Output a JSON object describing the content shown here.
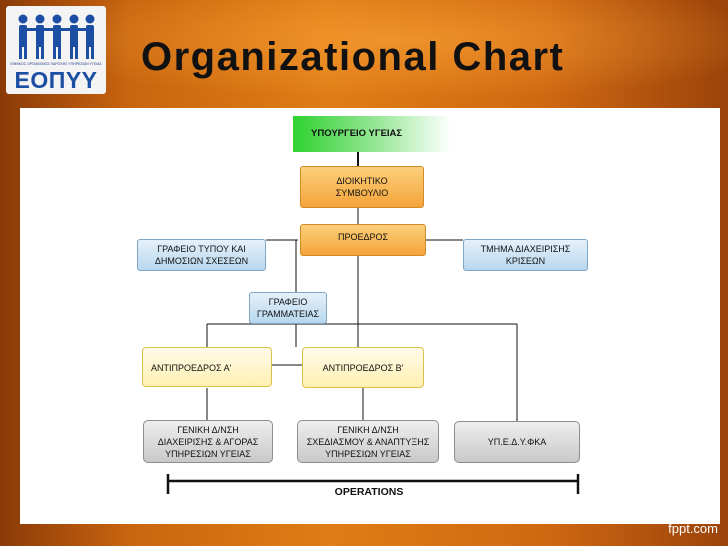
{
  "logo": {
    "text": "ΕΟΠΥΥ",
    "caption": "ΕΘΝΙΚΟΣ ΟΡΓΑΝΙΣΜΟΣ ΠΑΡΟΧΗΣ ΥΠΗΡΕΣΙΩΝ ΥΓΕΙΑΣ"
  },
  "title": "Organizational Chart",
  "chart": {
    "ministry": "ΥΠΟΥΡΓΕΙΟ ΥΓΕΙΑΣ",
    "board": [
      "ΔΙΟΙΚΗΤΙΚΟ",
      "ΣΥΜΒΟΥΛΙΟ"
    ],
    "president": "ΠΡΟΕΔΡΟΣ",
    "press_office": [
      "ΓΡΑΦΕΙΟ ΤΥΠΟΥ ΚΑΙ",
      "ΔΗΜΟΣΙΩΝ ΣΧΕΣΕΩΝ"
    ],
    "crisis_dept": [
      "ΤΜΗΜΑ ΔΙΑΧΕΙΡΙΣΗΣ",
      "ΚΡΙΣΕΩΝ"
    ],
    "secretariat": [
      "ΓΡΑΦΕΙΟ",
      "ΓΡΑΜΜΑΤΕΙΑΣ"
    ],
    "vp_a": "ΑΝΤΙΠΡΟΕΔΡΟΣ Α'",
    "vp_b": "ΑΝΤΙΠΡΟΕΔΡΟΣ Β'",
    "gd_procurement": [
      "ΓΕΝΙΚΗ Δ/ΝΣΗ",
      "ΔΙΑΧΕΙΡΙΣΗΣ & ΑΓΟΡΑΣ",
      "ΥΠΗΡΕΣΙΩΝ ΥΓΕΙΑΣ"
    ],
    "gd_planning": [
      "ΓΕΝΙΚΗ Δ/ΝΣΗ",
      "ΣΧΕΔΙΑΣΜΟΥ & ΑΝΑΠΤΥΞΗΣ",
      "ΥΠΗΡΕΣΙΩΝ ΥΓΕΙΑΣ"
    ],
    "service_unit": "ΥΠ.Ε.Δ.Υ.ΦΚΑ",
    "operations": "OPERATIONS"
  },
  "footer": {
    "site": "fppt.com"
  }
}
